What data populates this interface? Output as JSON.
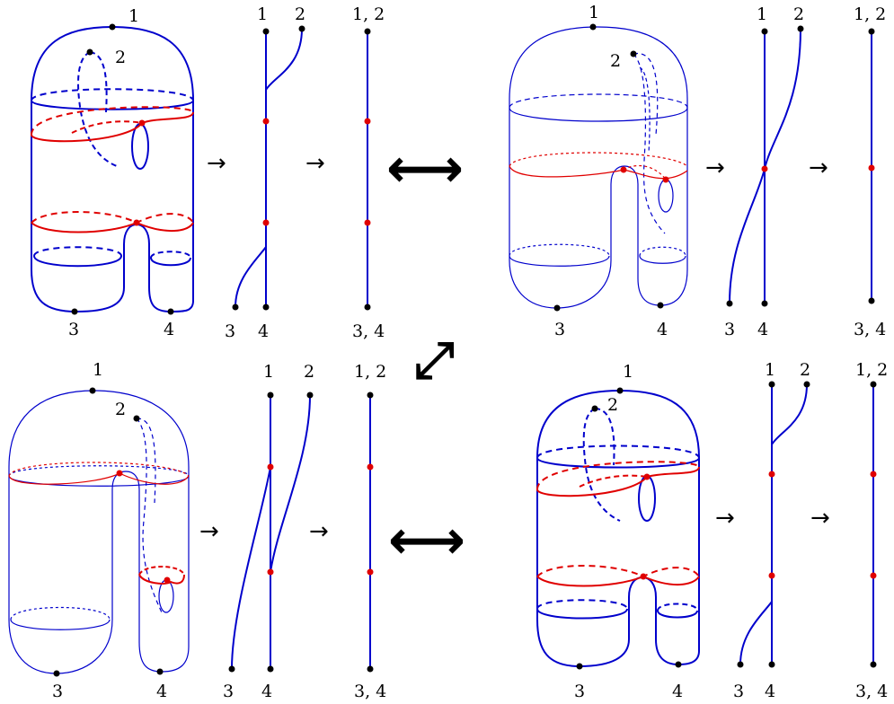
{
  "colors": {
    "surface": "#0000cc",
    "critical": "#e00000",
    "ink": "#000000",
    "background": "#ffffff"
  },
  "panels": [
    {
      "id": "top-left",
      "surface_labels": [
        "1",
        "2",
        "3",
        "4"
      ],
      "graph1": {
        "top_labels": [
          "1",
          "2"
        ],
        "bottom_labels": [
          "3",
          "4"
        ]
      },
      "graph2": {
        "top_label": "1, 2",
        "bottom_label": "3, 4"
      }
    },
    {
      "id": "top-right",
      "surface_labels": [
        "1",
        "2",
        "3",
        "4"
      ],
      "graph1": {
        "top_labels": [
          "1",
          "2"
        ],
        "bottom_labels": [
          "3",
          "4"
        ]
      },
      "graph2": {
        "top_label": "1, 2",
        "bottom_label": "3, 4"
      }
    },
    {
      "id": "bottom-left",
      "surface_labels": [
        "1",
        "2",
        "3",
        "4"
      ],
      "graph1": {
        "top_labels": [
          "1",
          "2"
        ],
        "bottom_labels": [
          "3",
          "4"
        ]
      },
      "graph2": {
        "top_label": "1, 2",
        "bottom_label": "3, 4"
      }
    },
    {
      "id": "bottom-right",
      "surface_labels": [
        "1",
        "2",
        "3",
        "4"
      ],
      "graph1": {
        "top_labels": [
          "1",
          "2"
        ],
        "bottom_labels": [
          "3",
          "4"
        ]
      },
      "graph2": {
        "top_label": "1, 2",
        "bottom_label": "3, 4"
      }
    }
  ],
  "arrows": {
    "map": "→",
    "equivalence": "⟷",
    "diagonal": "⤢"
  }
}
